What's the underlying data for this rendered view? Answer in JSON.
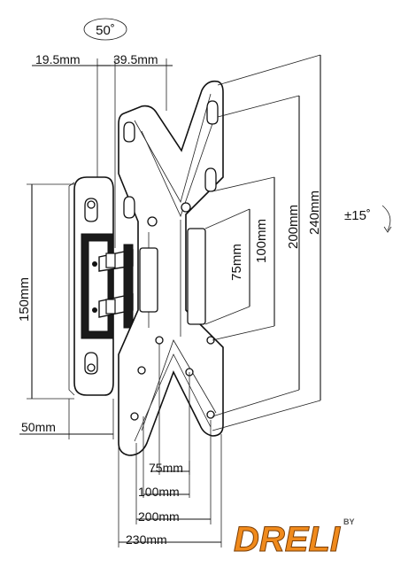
{
  "labels": {
    "tilt_angle": "50˚",
    "swivel_angle": "±15˚",
    "offset_wall": "19.5mm",
    "offset_max": "39.5mm",
    "wall_plate_height": "150mm",
    "wall_plate_width": "50mm",
    "vesa_h_75": "75mm",
    "vesa_h_100": "100mm",
    "vesa_h_200": "200mm",
    "vesa_h_240": "240mm",
    "vesa_w_75": "75mm",
    "vesa_w_100": "100mm",
    "vesa_w_200": "200mm",
    "vesa_w_230": "230mm"
  },
  "logo": {
    "text": "DRELI",
    "by": "BY",
    "colors": {
      "primary": "#f08a1c",
      "outline": "#7a3d05"
    }
  }
}
